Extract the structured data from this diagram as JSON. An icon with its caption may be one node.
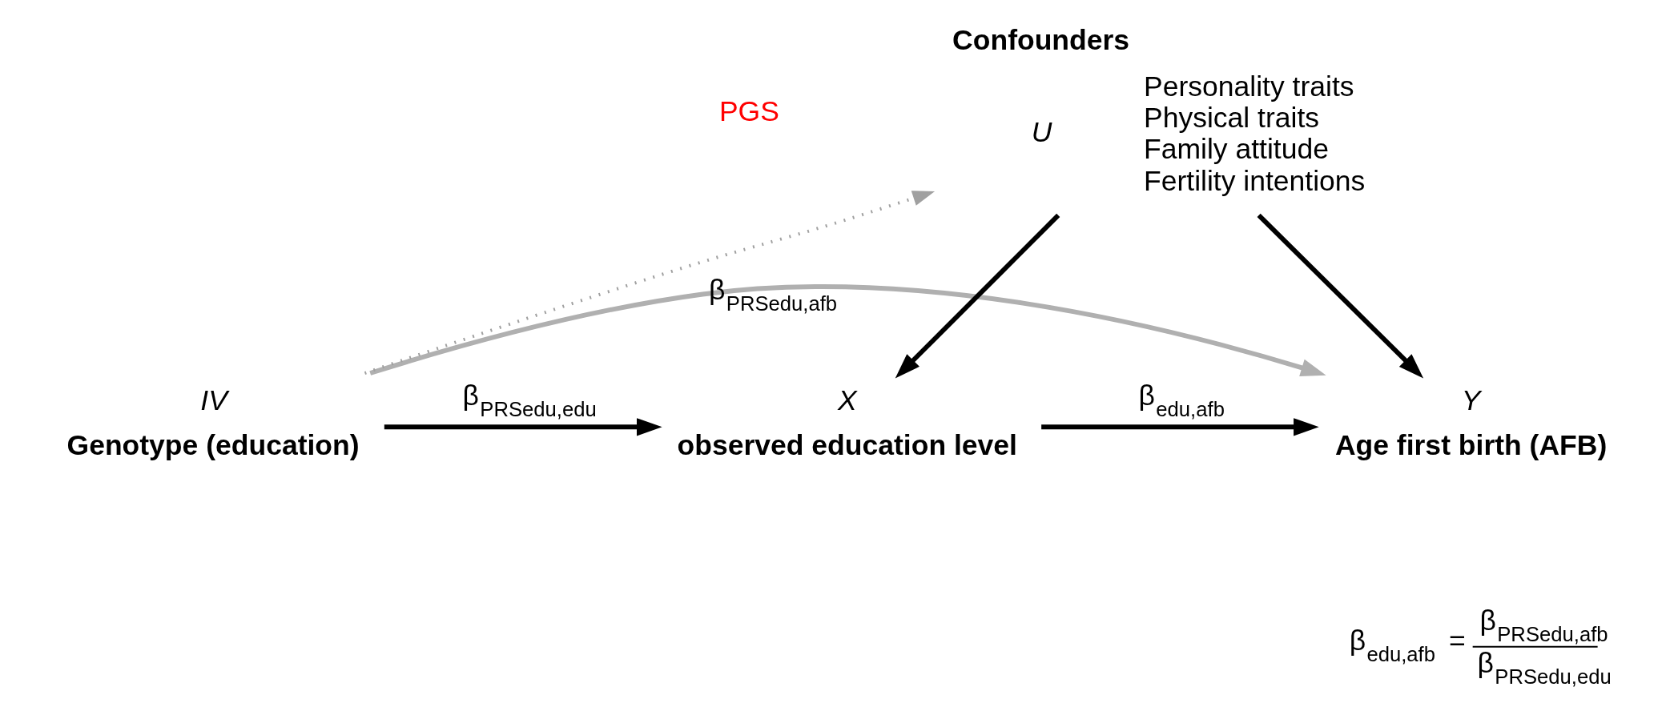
{
  "diagram": {
    "nodes": [
      {
        "text": [
          "IV"
        ],
        "beside": [
          "Genotype (education)"
        ]
      },
      {
        "text": [
          "X"
        ],
        "beside": [
          "observed education level"
        ]
      },
      {
        "text": [
          "Y"
        ],
        "beside": [
          "Age first birth (AFB)"
        ]
      },
      {
        "text": [
          "U"
        ],
        "beside": [
          "Confounders",
          "Personality traits",
          "Physical traits",
          "Family attitude",
          "Fertility intentions"
        ]
      }
    ],
    "edges": [
      {
        "from": 0,
        "to": 3,
        "arrow": "to",
        "style": "dashed",
        "color": "#a0a0a0"
      },
      {
        "from": 3,
        "to": 1,
        "arrow": "to"
      },
      {
        "from": 3,
        "to": 2,
        "arrow": "to"
      },
      {
        "from": 0,
        "to": 1,
        "arrow": "to",
        "label": "β$_{PRSedu,edu}$"
      },
      {
        "from": 1,
        "to": 2,
        "arrow": "to",
        "label": "β$_{edu,afb}$"
      },
      {
        "from": 0,
        "to": 2,
        "arrow": "to",
        "label": "β$_{PRSedu,afb}$",
        "color": "#b0b0b0"
      }
    ],
    "labels": [
      "PGS",
      "β$_{edu,afb}$ =",
      "β$_{PRSedu,afb}$",
      "β$_{PRSedu,edu}$"
    ]
  }
}
